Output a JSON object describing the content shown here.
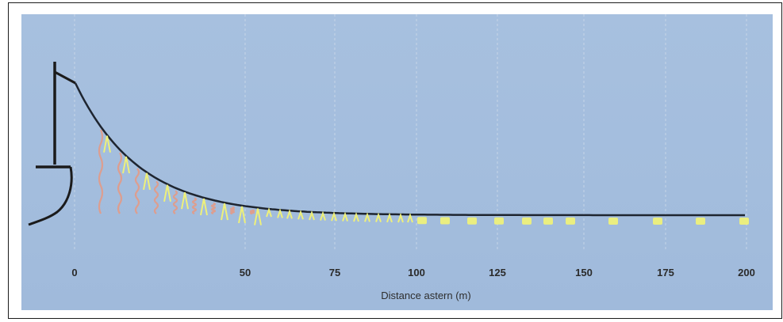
{
  "diagram": {
    "x_axis_label": "Distance astern (m)",
    "x_ticks": [
      "0",
      "50",
      "75",
      "100",
      "125",
      "150",
      "175",
      "200"
    ],
    "colors": {
      "background": "#a3bddd",
      "gridline": "#c9d7e8",
      "line": "#1e2530",
      "vessel": "#1b1b1b",
      "streamer": "#e39a86",
      "bird": "#eef07a"
    }
  }
}
